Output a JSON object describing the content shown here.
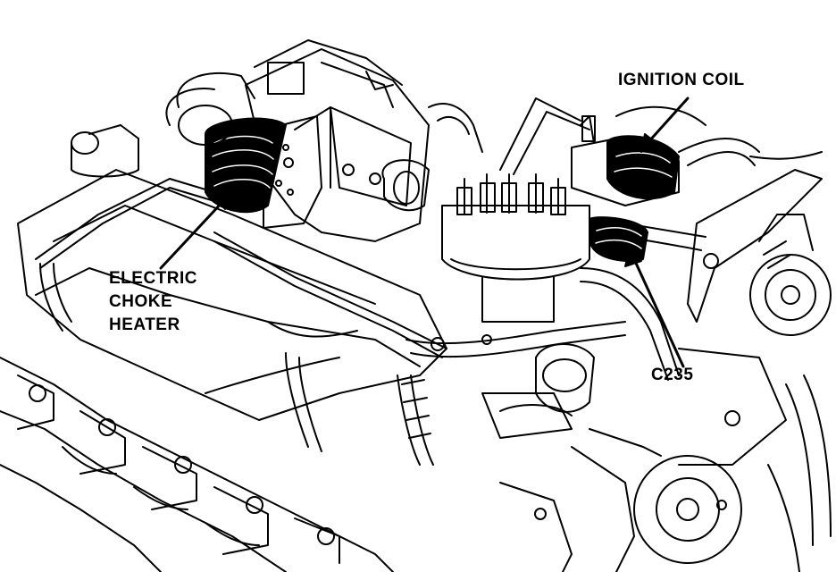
{
  "labels": {
    "ignition_coil": "IGNITION COIL",
    "electric_choke_line1": "ELECTRIC",
    "electric_choke_line2": "CHOKE",
    "electric_choke_line3": "HEATER",
    "connector": "C235"
  }
}
